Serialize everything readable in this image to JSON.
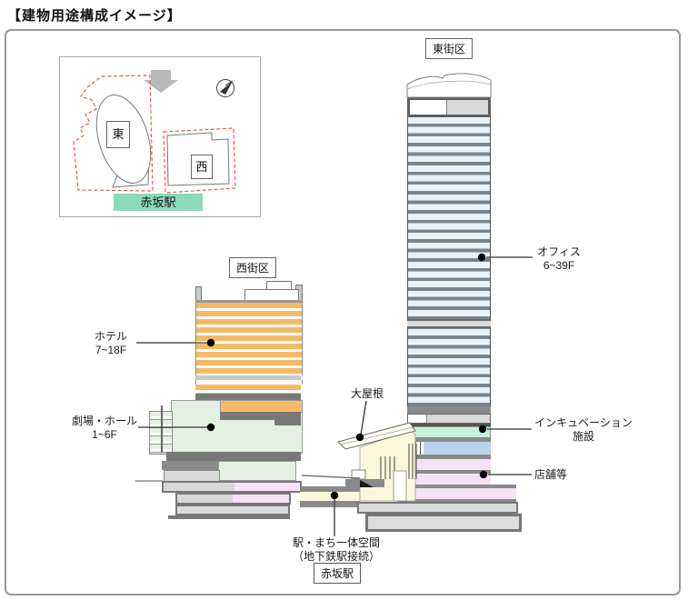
{
  "title": "【建物用途構成イメージ】",
  "inset": {
    "east_parcel_label": "東",
    "west_parcel_label": "西",
    "station_bar_label": "赤坂駅",
    "icons": [
      "down-arrow-icon",
      "compass-icon"
    ]
  },
  "east_block": {
    "district_label": "東街区",
    "office": {
      "line1": "オフィス",
      "line2": "6~39F"
    },
    "incubation": {
      "line1": "インキュベーション",
      "line2": "施設"
    },
    "shops_label": "店舗等"
  },
  "west_block": {
    "district_label": "西街区",
    "hotel": {
      "line1": "ホテル",
      "line2": "7~18F"
    },
    "theater": {
      "line1": "劇場・ホール",
      "line2": "1~6F"
    }
  },
  "middle": {
    "big_roof_label": "大屋根",
    "station_space": {
      "line1": "駅・まち一体空間",
      "line2": "（地下鉄駅接続）"
    },
    "station_box_label": "赤坂駅"
  },
  "colors": {
    "office_floor": "#e9f1f9",
    "office_divider": "#7b848c",
    "hotel_orange": "#f6ba66",
    "theater_green": "#e4f0e2",
    "incubation_mint": "#c9f2dc",
    "commercial_blue": "#b9d3ee",
    "shop_pink": "#f7e2f5",
    "atrium_cream": "#faf8da",
    "station_bar_green": "#8cd9bc",
    "structure_gray_dark": "#787878",
    "structure_gray_light": "#d9d9d9",
    "parcel_outline_red": "#d9604f"
  }
}
